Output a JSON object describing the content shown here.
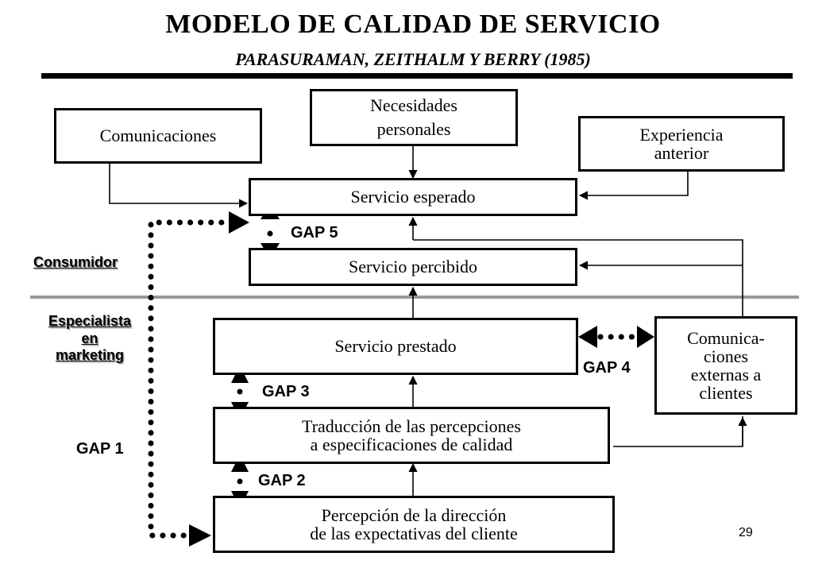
{
  "header": {
    "title": "MODELO DE CALIDAD DE SERVICIO",
    "subtitle": "PARASURAMAN, ZEITHALM Y BERRY (1985)"
  },
  "boxes": {
    "comunicaciones": "Comunicaciones",
    "necesidades": [
      "Necesidades",
      "personales"
    ],
    "experiencia": [
      "Experiencia",
      "anterior"
    ],
    "esperado": "Servicio esperado",
    "percibido": "Servicio percibido",
    "prestado": "Servicio prestado",
    "comunicaciones_ext": [
      "Comunica-",
      "ciones",
      "externas a",
      "clientes"
    ],
    "traduccion": [
      "Traducción de las percepciones",
      "a especificaciones de calidad"
    ],
    "percepcion": [
      "Percepción de la dirección",
      "de las expectativas del cliente"
    ]
  },
  "gaps": {
    "gap1": "GAP 1",
    "gap2": "GAP 2",
    "gap3": "GAP 3",
    "gap4": "GAP 4",
    "gap5": "GAP 5"
  },
  "sides": {
    "consumidor": "Consumidor",
    "especialista": [
      "Especialista",
      "en",
      "marketing"
    ]
  },
  "page_number": "29"
}
